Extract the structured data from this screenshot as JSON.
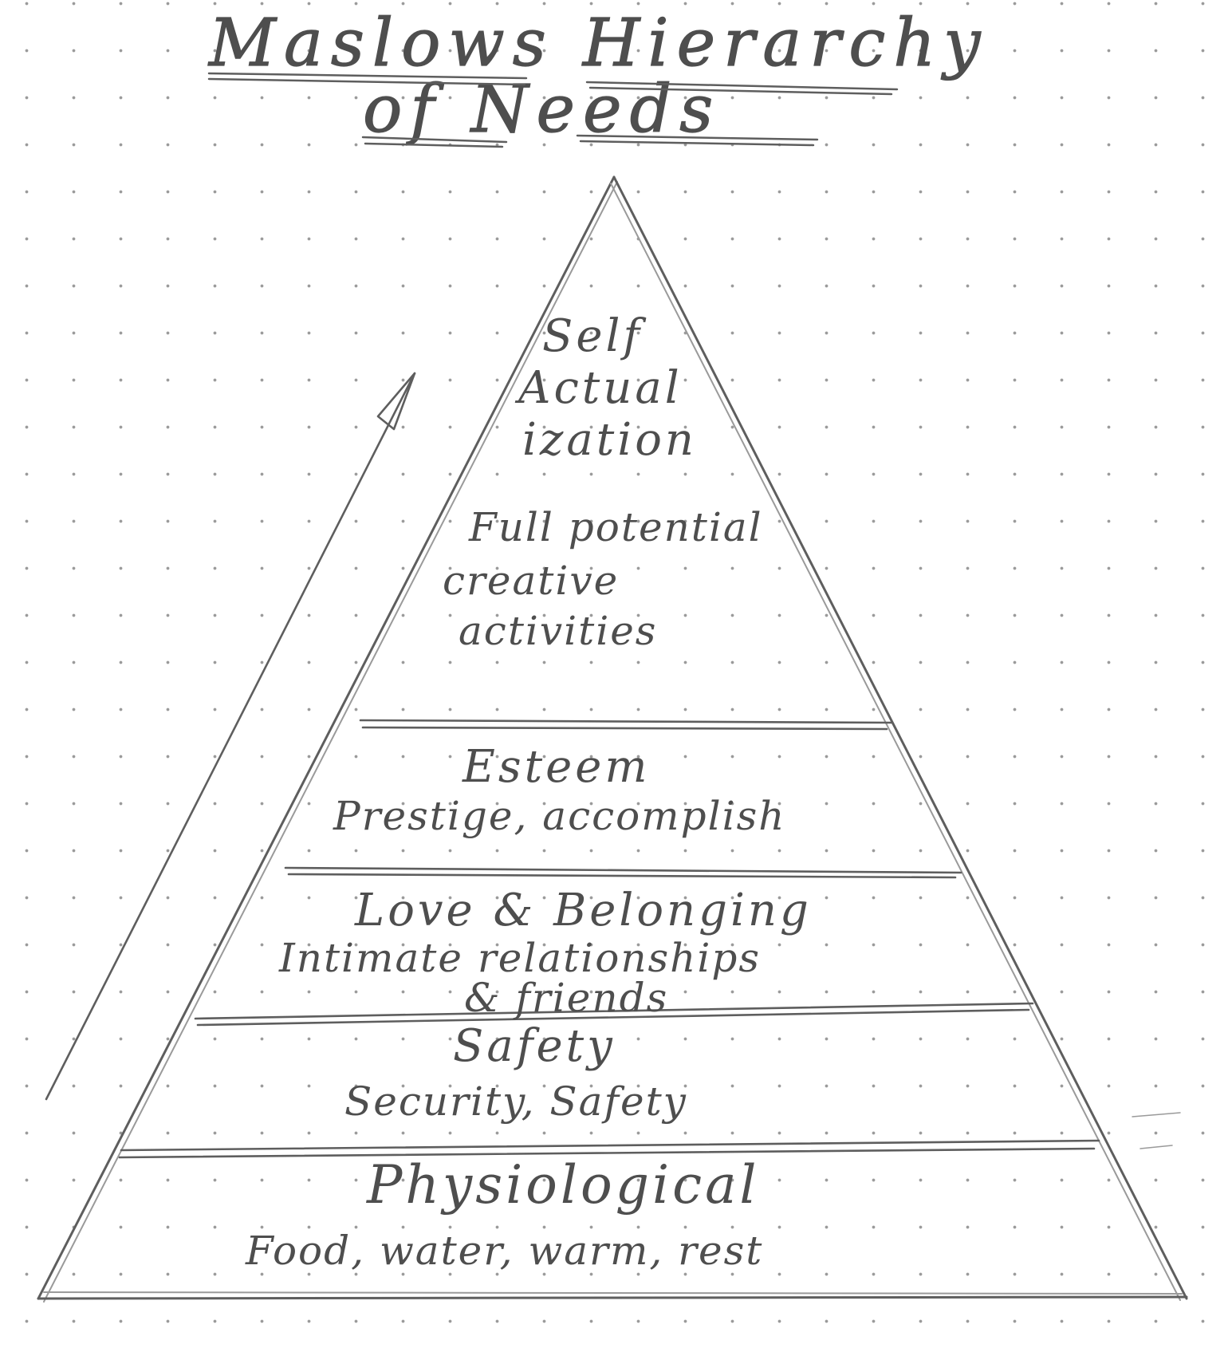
{
  "title": {
    "line1": "Maslows Hierarchy",
    "line2": "of Needs"
  },
  "levels": [
    {
      "id": "self-actualization",
      "name_lines": [
        "Self",
        "Actual",
        "ization"
      ],
      "detail_lines": [
        "Full potential",
        "creative",
        "activities"
      ]
    },
    {
      "id": "esteem",
      "name_lines": [
        "Esteem"
      ],
      "detail_lines": [
        "Prestige, accomplish"
      ]
    },
    {
      "id": "love-belonging",
      "name_lines": [
        "Love & Belonging"
      ],
      "detail_lines": [
        "Intimate relationships",
        "& friends"
      ]
    },
    {
      "id": "safety",
      "name_lines": [
        "Safety"
      ],
      "detail_lines": [
        "Security, Safety"
      ]
    },
    {
      "id": "physiological",
      "name_lines": [
        "Physiological"
      ],
      "detail_lines": [
        "Food, water, warm, rest"
      ]
    }
  ],
  "colors": {
    "pencil": "#5e5e5e",
    "paper": "#ffffff",
    "dot_grid": "#9a9a9a"
  },
  "icons": {
    "arrow": "upward-arrow-icon"
  }
}
